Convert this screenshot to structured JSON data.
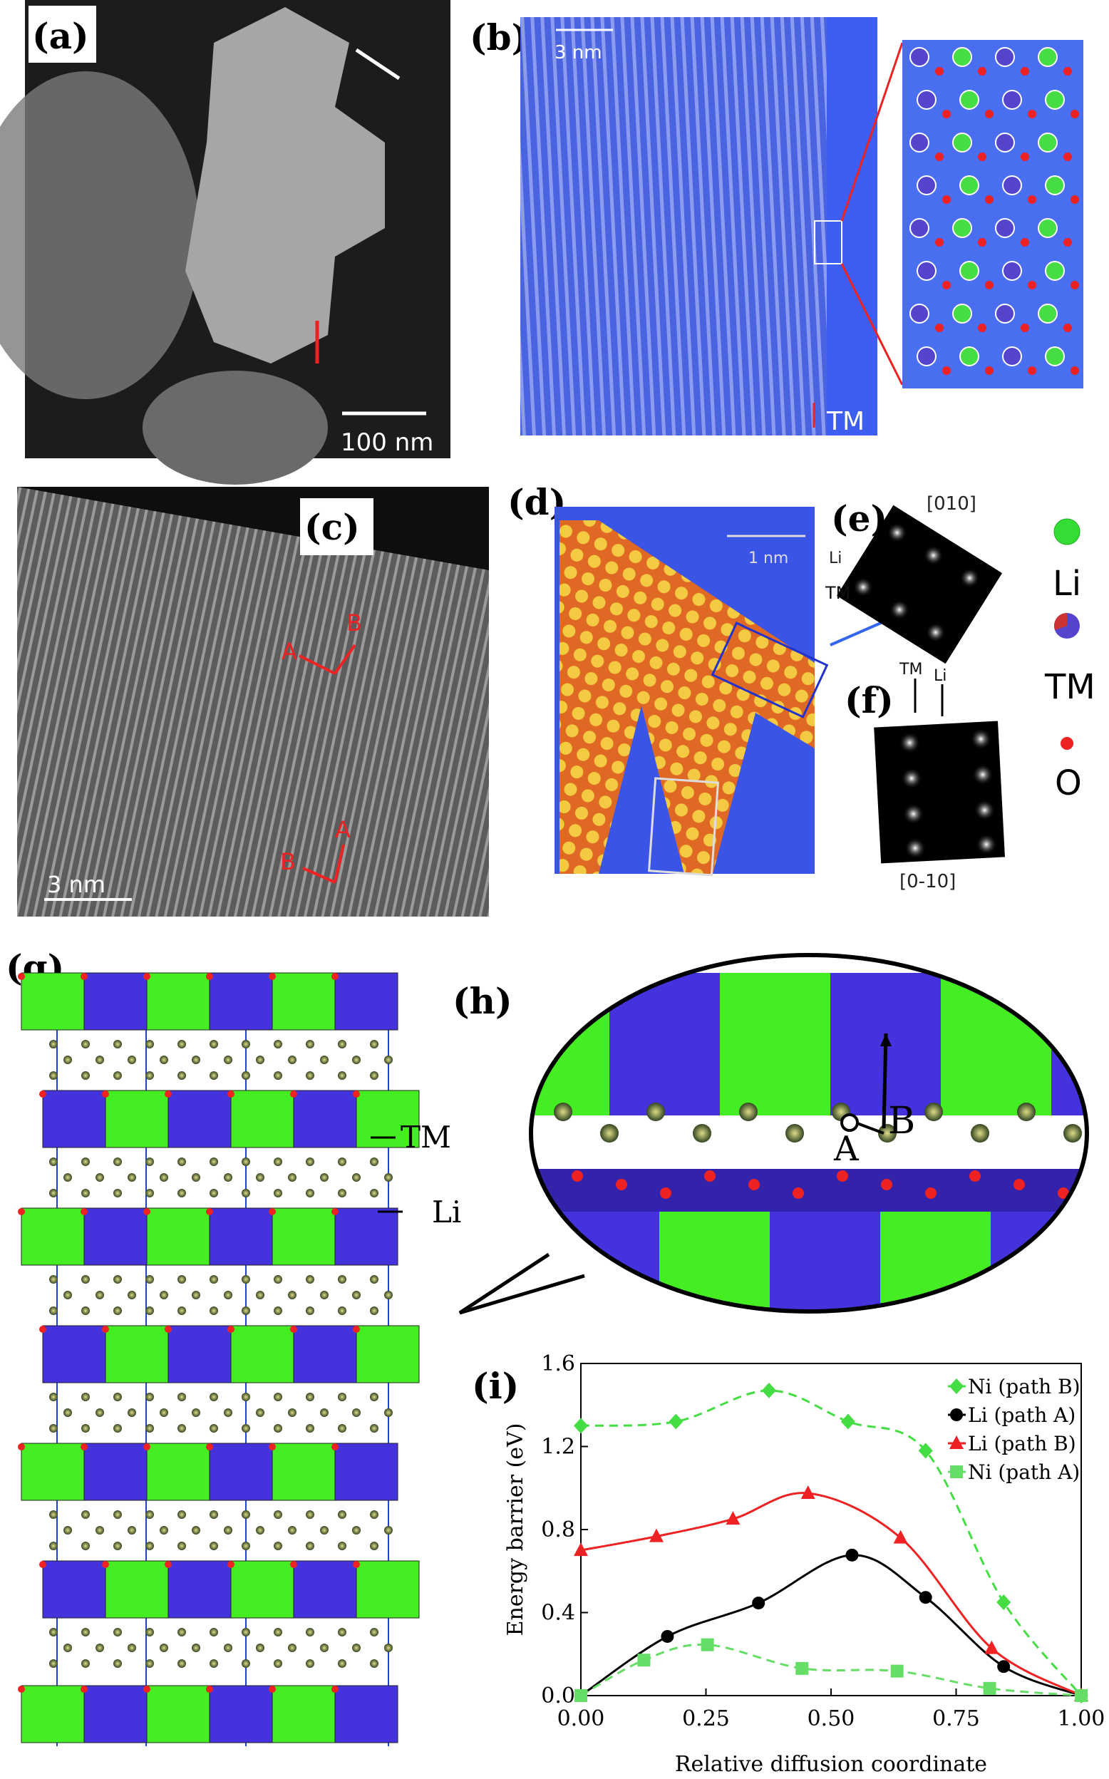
{
  "panels": {
    "a": {
      "label": "(a)",
      "scale_bar": "100 nm"
    },
    "b": {
      "label": "(b)",
      "scale_bar": "3 nm",
      "marker": "TM"
    },
    "c": {
      "label": "(c)",
      "scale_bar": "3 nm",
      "arrows_top": {
        "a": "A",
        "b": "B"
      },
      "arrows_bottom": {
        "a": "A",
        "b": "B"
      }
    },
    "d": {
      "label": "(d)",
      "scale_bar": "1 nm"
    },
    "e": {
      "label": "(e)",
      "zone_axis": "[010]",
      "li_marker": "Li",
      "tm_marker": "TM"
    },
    "f": {
      "label": "(f)",
      "zone_axis": "[0-10]",
      "tm_marker": "TM",
      "li_marker": "Li"
    },
    "legend": {
      "li": "Li",
      "tm": "TM",
      "o": "O",
      "li_color": "#33dd33",
      "o_color": "#ee2222"
    },
    "g": {
      "label": "(g)",
      "tm_marker": "TM",
      "li_marker": "Li"
    },
    "h": {
      "label": "(h)",
      "path_a": "A",
      "path_b": "B"
    },
    "i": {
      "label": "(i)"
    }
  },
  "colors": {
    "green_octa": "#44ee22",
    "blue_octa": "#4433dd",
    "oxygen": "#ee2222",
    "li_atom": "#556633"
  },
  "chart_data": {
    "type": "line",
    "xlabel": "Relative diffusion coordinate",
    "ylabel": "Energy barrier (eV)",
    "xlim": [
      0,
      1
    ],
    "ylim": [
      0,
      1.6
    ],
    "xticks": [
      "0.00",
      "0.25",
      "0.50",
      "0.75",
      "1.00"
    ],
    "yticks": [
      "0.0",
      "0.4",
      "0.8",
      "1.2",
      "1.6"
    ],
    "grid": false,
    "legend_position": "top-right",
    "series": [
      {
        "name": "Ni (path B)",
        "color": "#44dd44",
        "dash": true,
        "marker": "diamond",
        "x": [
          0,
          0.19,
          0.376,
          0.534,
          0.689,
          0.845,
          1.0
        ],
        "y": [
          1.3,
          1.32,
          1.47,
          1.32,
          1.18,
          0.45,
          0.0
        ]
      },
      {
        "name": "Li (path A)",
        "color": "#000000",
        "dash": false,
        "marker": "circle",
        "x": [
          0,
          0.173,
          0.355,
          0.542,
          0.689,
          0.845,
          1.0
        ],
        "y": [
          0.0,
          0.285,
          0.446,
          0.677,
          0.473,
          0.14,
          0.0
        ]
      },
      {
        "name": "Li (path B)",
        "color": "#ee2222",
        "dash": false,
        "marker": "triangle",
        "x": [
          0,
          0.151,
          0.304,
          0.454,
          0.639,
          0.821,
          1.0
        ],
        "y": [
          0.7,
          0.767,
          0.851,
          0.975,
          0.76,
          0.228,
          0.0
        ]
      },
      {
        "name": "Ni (path A)",
        "color": "#66dd66",
        "dash": true,
        "marker": "square",
        "x": [
          0,
          0.126,
          0.253,
          0.442,
          0.632,
          0.817,
          1.0
        ],
        "y": [
          0.0,
          0.171,
          0.245,
          0.131,
          0.118,
          0.035,
          0.0
        ]
      }
    ]
  }
}
